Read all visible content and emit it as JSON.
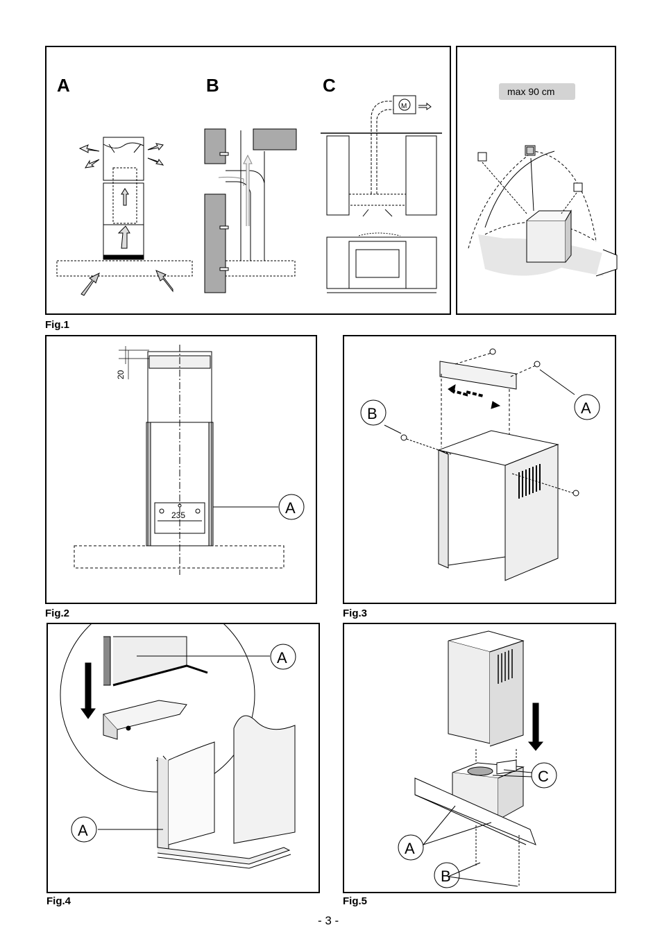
{
  "fig1": {
    "caption": "Fig.1",
    "modes": [
      "A",
      "B",
      "C"
    ],
    "motor_label": "M",
    "height_label": "max 90 cm"
  },
  "fig2": {
    "caption": "Fig.2",
    "dim_top": "20",
    "dim_holes": "235",
    "callout": "A"
  },
  "fig3": {
    "caption": "Fig.3",
    "callout_a": "A",
    "callout_b": "B"
  },
  "fig4": {
    "caption": "Fig.4",
    "callout_top": "A",
    "callout_bottom": "A"
  },
  "fig5": {
    "caption": "Fig.5",
    "callout_a": "A",
    "callout_b": "B",
    "callout_c": "C"
  },
  "page_number": "- 3 -"
}
